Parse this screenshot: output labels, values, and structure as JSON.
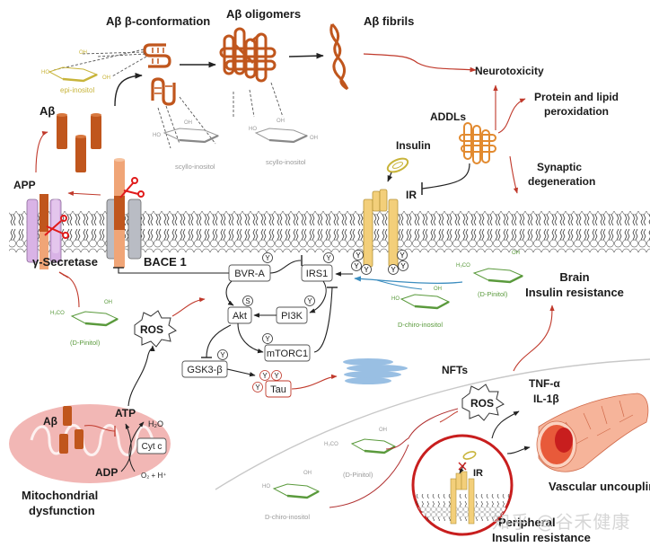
{
  "colors": {
    "amyloid": "#c0561d",
    "amyloid_light": "#f0a577",
    "insulin_receptor": "#f3cf7a",
    "red_arrow": "#c0392b",
    "blue_arrow": "#3c8dbf",
    "inositol_green": "#5a9a3c",
    "epi_inositol": "#c8b43a",
    "scyllo_gray": "#9a9a9a",
    "nft_blue": "#8fb9e0",
    "mito_pink": "#f2b7b5",
    "gamma_secretase": "#d9b3e6",
    "bace": "#b9bcc4"
  },
  "labels": {
    "ab_beta_conformation": "Aβ β-conformation",
    "ab_oligomers": "Aβ oligomers",
    "ab_fibrils": "Aβ fibrils",
    "neurotoxicity": "Neurotoxicity",
    "protein_lipid_1": "Protein and lipid",
    "protein_lipid_2": "peroxidation",
    "addls": "ADDLs",
    "insulin": "Insulin",
    "ir": "IR",
    "synaptic_1": "Synaptic",
    "synaptic_2": "degeneration",
    "ab": "Aβ",
    "app": "APP",
    "gamma_secretase": "γ-Secretase",
    "bace1": "BACE 1",
    "brain_ir_1": "Brain",
    "brain_ir_2": "Insulin resistance",
    "nfts": "NFTs",
    "ros": "ROS",
    "ros2": "ROS",
    "tnf": "TNF-α",
    "il1b": "IL-1β",
    "vascular": "Vascular uncoupling",
    "peripheral_1": "Peripheral",
    "peripheral_2": "Insulin resistance",
    "mito_1": "Mitochondrial",
    "mito_2": "dysfunction",
    "mito_ab": "Aβ",
    "atp": "ATP",
    "adp": "ADP",
    "h2o": "H₂O",
    "o2": "O₂ + H⁺",
    "cytc": "Cyt c"
  },
  "signaling": {
    "bvra": "BVR-A",
    "irs1": "IRS1",
    "akt": "Akt",
    "pi3k": "PI3K",
    "mtorc1": "mTORC1",
    "gsk3b": "GSK3-β",
    "tau": "Tau",
    "y": "Y",
    "s": "S"
  },
  "molecules": {
    "epi": "epi-inositol",
    "scyllo1": "scyllo-inositol",
    "scyllo2": "scyllo-inositol",
    "pinitol1": "(D-Pinitol)",
    "pinitol2": "(D-Pinitol)",
    "pinitol3": "(D-Pinitol)",
    "dchiro1": "D-chiro-inositol",
    "dchiro2": "D-chiro-inositol",
    "oh": "OH",
    "ho": "HO",
    "h3co": "H₃CO"
  },
  "watermark": "知乎 @谷禾健康"
}
